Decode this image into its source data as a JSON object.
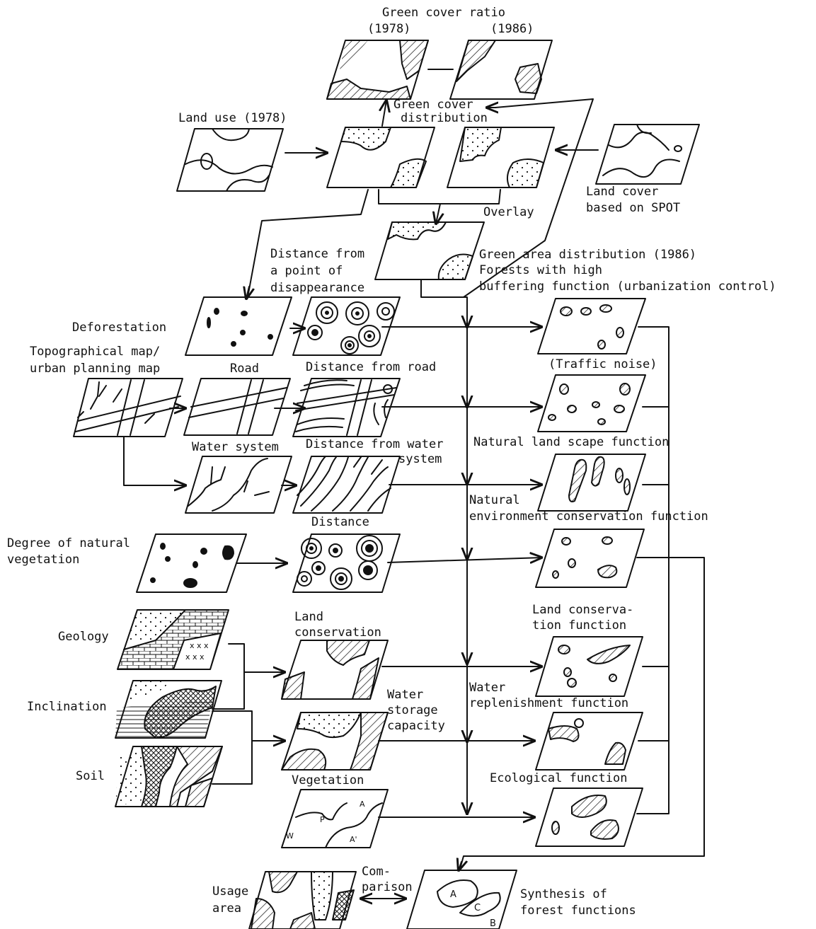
{
  "colors": {
    "ink": "#111111",
    "paper": "#ffffff"
  },
  "title": "Green cover ratio",
  "labels": {
    "year_1978": "(1978)",
    "year_1986": "(1986)",
    "green_cover_dist_1": "Green cover",
    "green_cover_dist_2": "distribution",
    "land_use": "Land use (1978)",
    "land_cover_1": "Land cover",
    "land_cover_2": "based on SPOT",
    "overlay": "Overlay",
    "dist_point_1": "Distance from",
    "dist_point_2": "a point of",
    "dist_point_3": "disappearance",
    "green_area_1": "Green area distribution (1986)",
    "green_area_2": "Forests with high",
    "green_area_3": "buffering function (urbanization control)",
    "deforestation": "Deforestation",
    "topo_1": "Topographical map/",
    "topo_2": "urban planning map",
    "road": "Road",
    "dist_road": "Distance from road",
    "traffic": "(Traffic noise)",
    "water_system": "Water system",
    "dist_water_1": "Distance from water",
    "dist_water_2": "system",
    "natural_landscape": "Natural land scape function",
    "natural_env_1": "Natural",
    "natural_env_2": "environment conservation function",
    "degree_veg_1": "Degree of natural",
    "degree_veg_2": "vegetation",
    "distance": "Distance",
    "geology": "Geology",
    "land_cons_1": "Land",
    "land_cons_2": "conservation",
    "land_cons_fn_1": "Land conserva-",
    "land_cons_fn_2": "tion function",
    "inclination": "Inclination",
    "water_storage_1": "Water",
    "water_storage_2": "storage",
    "water_storage_3": "capacity",
    "water_repl_1": "Water",
    "water_repl_2": "replenishment function",
    "soil": "Soil",
    "vegetation": "Vegetation",
    "ecological": "Ecological function",
    "usage_1": "Usage",
    "usage_2": "area",
    "comparison_1": "Com-",
    "comparison_2": "parison",
    "synthesis_1": "Synthesis of",
    "synthesis_2": "forest functions"
  },
  "map_marks": {
    "vegetation_letters": [
      "A",
      "P",
      "W",
      "A'"
    ],
    "synthesis_letters": [
      "A",
      "C",
      "B"
    ]
  }
}
